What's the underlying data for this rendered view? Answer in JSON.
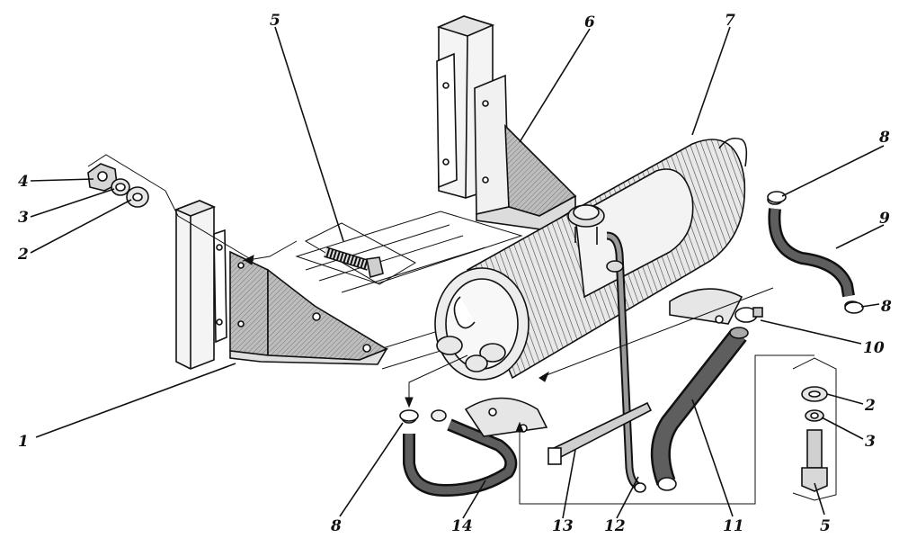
{
  "callouts": [
    {
      "id": "c1",
      "text": "1"
    },
    {
      "id": "c2a",
      "text": "2"
    },
    {
      "id": "c3a",
      "text": "3"
    },
    {
      "id": "c4",
      "text": "4"
    },
    {
      "id": "c5a",
      "text": "5"
    },
    {
      "id": "c6",
      "text": "6"
    },
    {
      "id": "c7",
      "text": "7"
    },
    {
      "id": "c8a",
      "text": "8"
    },
    {
      "id": "c9",
      "text": "9"
    },
    {
      "id": "c8b",
      "text": "8"
    },
    {
      "id": "c10",
      "text": "10"
    },
    {
      "id": "c2b",
      "text": "2"
    },
    {
      "id": "c3b",
      "text": "3"
    },
    {
      "id": "c5b",
      "text": "5"
    },
    {
      "id": "c11",
      "text": "11"
    },
    {
      "id": "c12",
      "text": "12"
    },
    {
      "id": "c13",
      "text": "13"
    },
    {
      "id": "c14",
      "text": "14"
    },
    {
      "id": "c8c",
      "text": "8"
    }
  ],
  "colors": {
    "line": "#111111",
    "shade": "#8a8a8a",
    "light": "#d9d9d9",
    "paper": "#ffffff"
  }
}
